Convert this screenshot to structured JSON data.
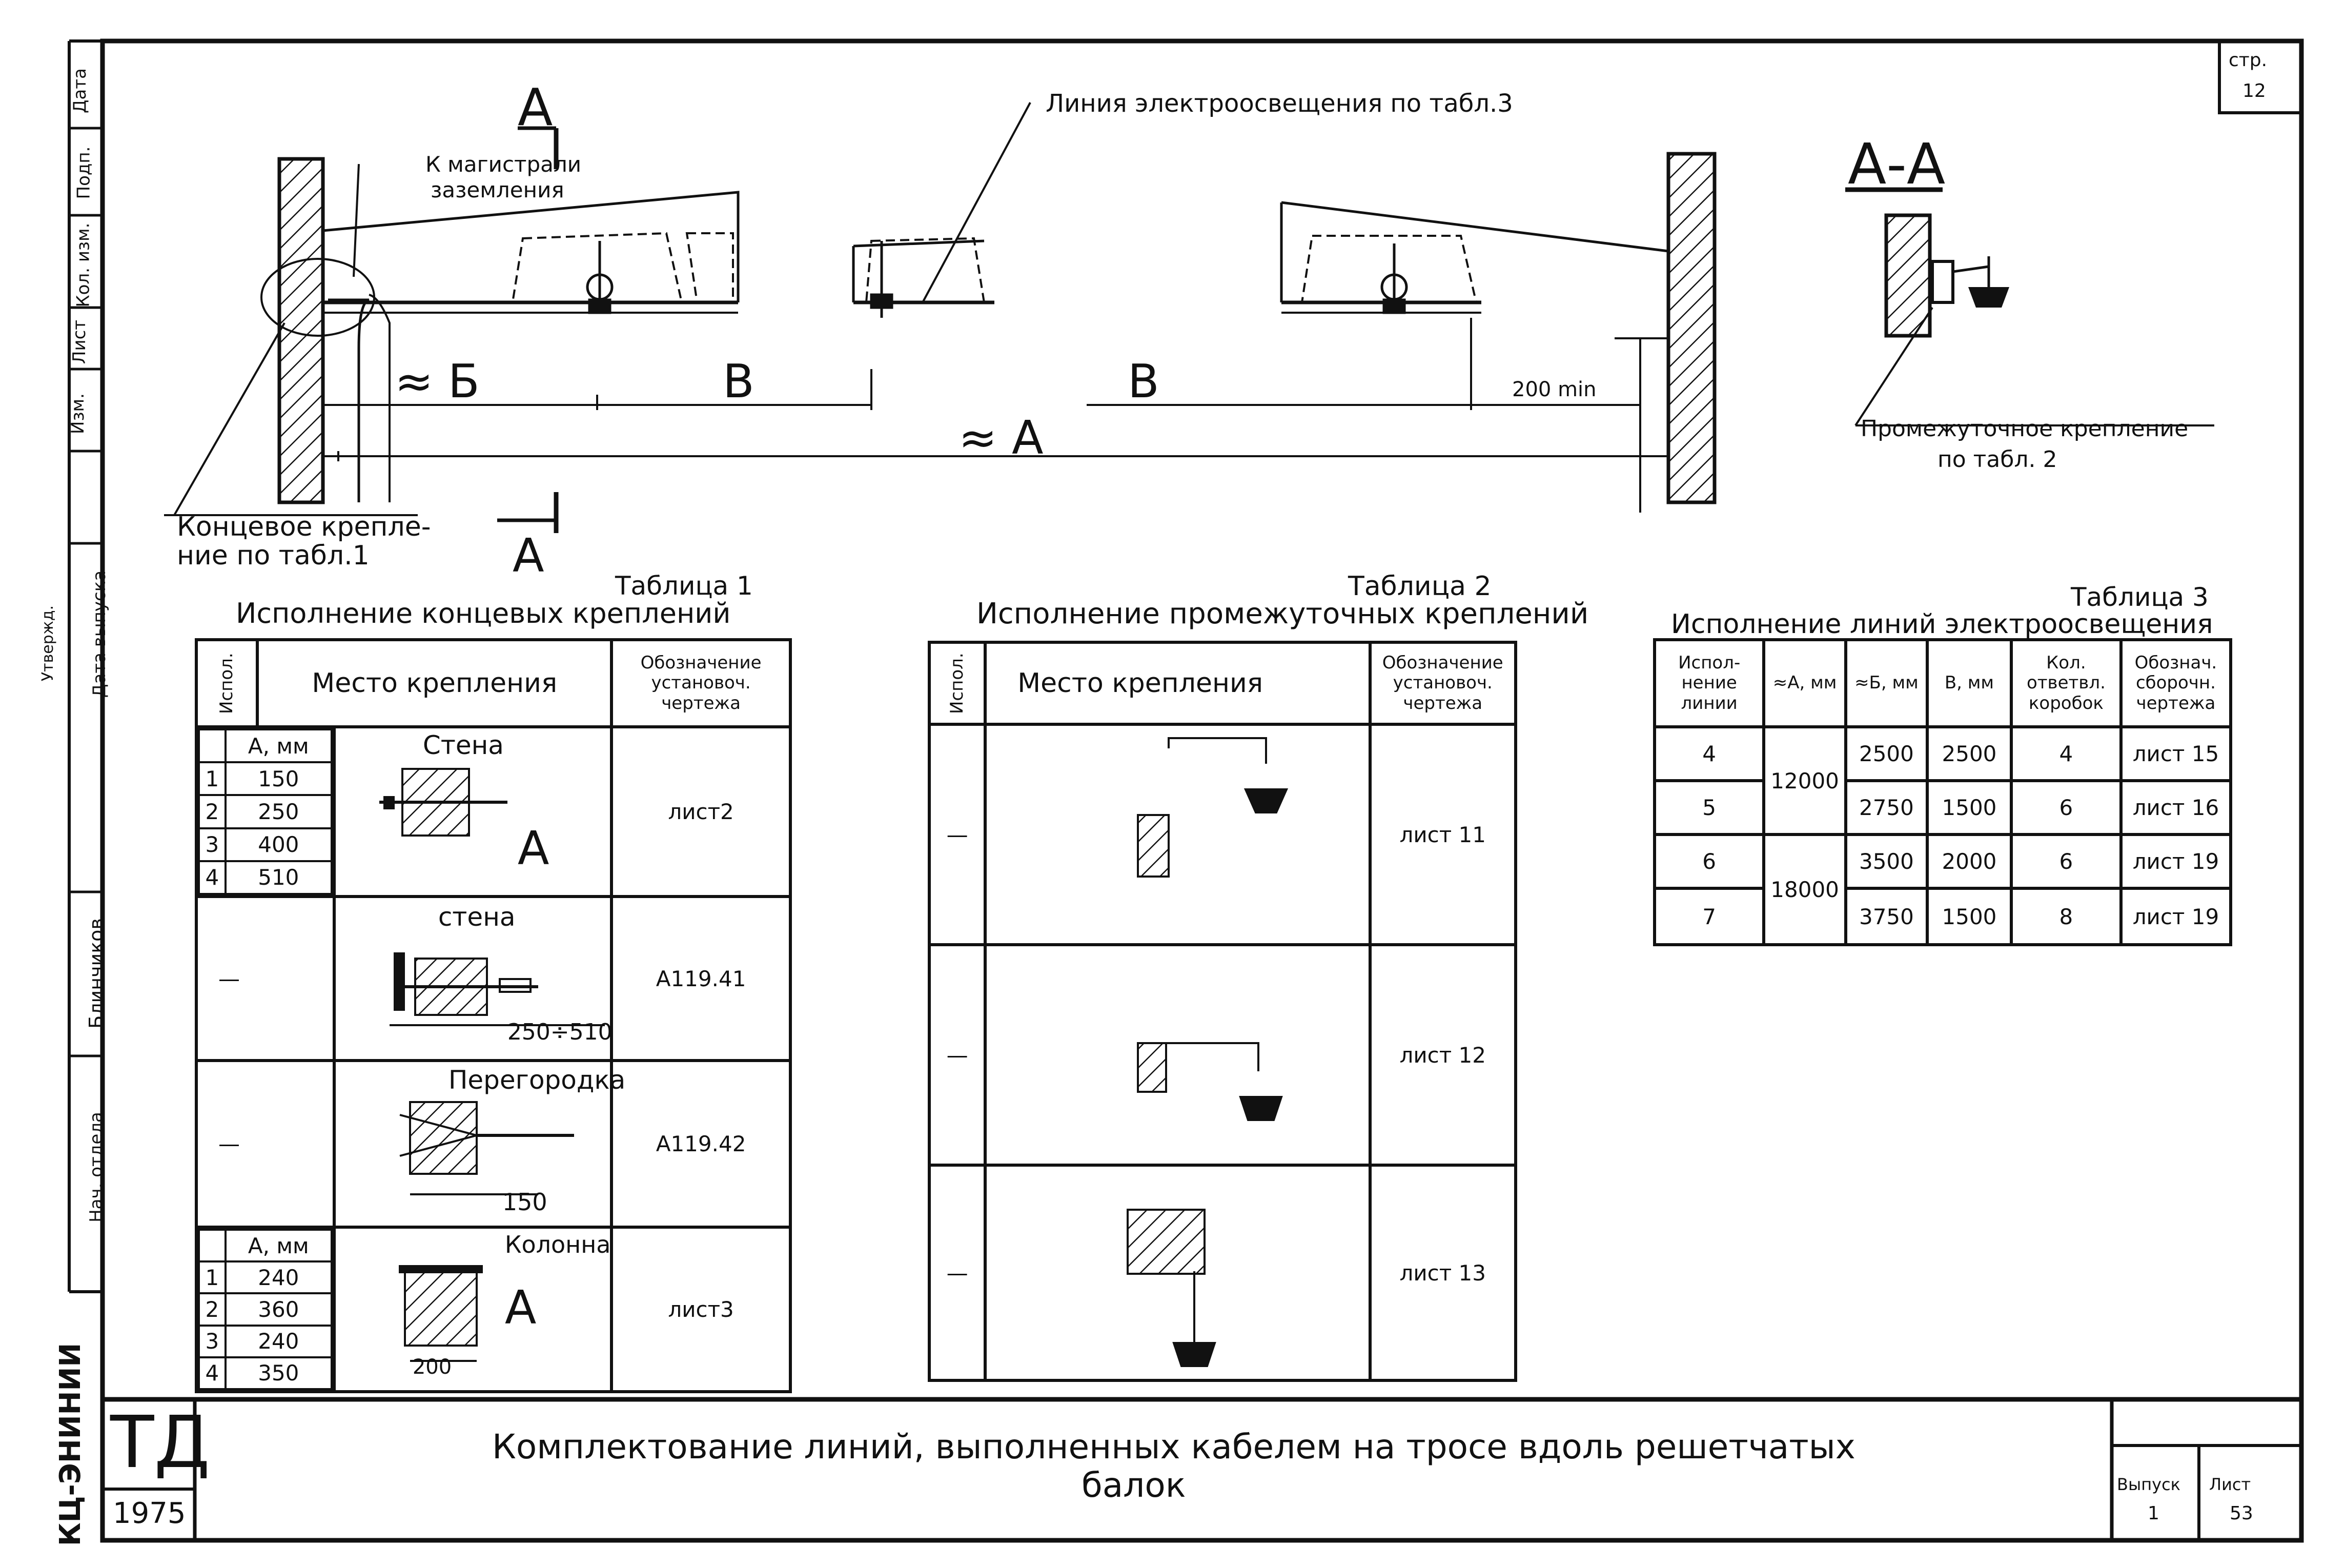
{
  "sheet": {
    "page_label": "стр.",
    "page_no": "12",
    "stamp_code": "ТД",
    "stamp_year": "1975",
    "stamp_org": "КЦ-ЭНИНИИ",
    "title_line1": "Комплектование линий, выполненных кабелем на тросе вдоль решетчатых",
    "title_line2": "балок",
    "issue_label": "Выпуск",
    "issue_value": "1",
    "sheet_label": "Лист",
    "sheet_value": "53"
  },
  "margin": {
    "date": "Дата",
    "sign": "Подп.",
    "qty": "Кол. изм.",
    "sheet": "Лист",
    "change": "Изм.",
    "issue_date": "Дата выпуска",
    "approved": "Утвержд.",
    "author": "Блинчиков",
    "dept": "Нач. отдела"
  },
  "plan": {
    "label_a_top": "А",
    "label_a_bottom": "А",
    "ground_label_1": "К магистрали",
    "ground_label_2": "заземления",
    "line_label": "Линия электроосвещения по табл.3",
    "dim_b_small": "≈ Б",
    "dim_v1": "В",
    "dim_v2": "В",
    "dim_a": "≈ А",
    "dim_200": "200 min",
    "end_fix_1": "Концевое крепле-",
    "end_fix_2": "ние по табл.1",
    "section_aa": "А-А",
    "mid_fix_1": "Промежуточное крепление",
    "mid_fix_2": "по табл. 2"
  },
  "table1": {
    "caption": "Таблица 1",
    "title": "Исполнение концевых креплений",
    "col_exec": "Испол.",
    "col_place": "Место крепления",
    "col_draw": "Обозначение установоч. чертежа",
    "row1_header": "А, мм",
    "row1_place": "Стена",
    "row1_a": "А",
    "row1_items": [
      {
        "n": "1",
        "a": "150"
      },
      {
        "n": "2",
        "a": "250"
      },
      {
        "n": "3",
        "a": "400"
      },
      {
        "n": "4",
        "a": "510"
      }
    ],
    "row1_draw": "лист2",
    "row2_exec": "—",
    "row2_place": "стена",
    "row2_dim": "250÷510",
    "row2_draw": "А119.41",
    "row3_exec": "—",
    "row3_place": "Перегородка",
    "row3_dim": "150",
    "row3_draw": "А119.42",
    "row4_header": "А, мм",
    "row4_place": "Колонна",
    "row4_a": "А",
    "row4_dim": "200",
    "row4_items": [
      {
        "n": "1",
        "a": "240"
      },
      {
        "n": "2",
        "a": "360"
      },
      {
        "n": "3",
        "a": "240"
      },
      {
        "n": "4",
        "a": "350"
      }
    ],
    "row4_draw": "лист3"
  },
  "table2": {
    "caption": "Таблица 2",
    "title": "Исполнение промежуточных креплений",
    "col_exec": "Испол.",
    "col_place": "Место крепления",
    "col_draw": "Обозначение установоч. чертежа",
    "rows": [
      {
        "exec": "—",
        "draw": "лист 11"
      },
      {
        "exec": "—",
        "draw": "лист 12"
      },
      {
        "exec": "—",
        "draw": "лист 13"
      }
    ]
  },
  "table3": {
    "caption": "Таблица 3",
    "title": "Исполнение линий электроосвещения",
    "headers": [
      "Испол- нение линии",
      "≈А, мм",
      "≈Б, мм",
      "В, мм",
      "Кол. ответвл. коробок",
      "Обознач. сборочн. чертежа"
    ],
    "rows": [
      {
        "exec": "4",
        "b": "2500",
        "v": "2500",
        "n": "4",
        "draw": "лист 15"
      },
      {
        "exec": "5",
        "b": "2750",
        "v": "1500",
        "n": "6",
        "draw": "лист 16"
      },
      {
        "exec": "6",
        "b": "3500",
        "v": "2000",
        "n": "6",
        "draw": "лист 19"
      },
      {
        "exec": "7",
        "b": "3750",
        "v": "1500",
        "n": "8",
        "draw": "лист 19"
      }
    ],
    "a_group1": "12000",
    "a_group2": "18000"
  }
}
